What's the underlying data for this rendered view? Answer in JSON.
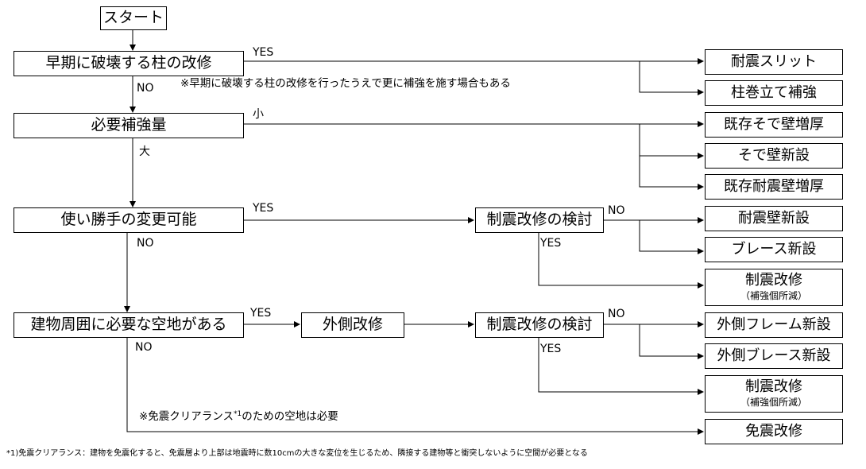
{
  "flow": {
    "start": "スタート",
    "q1": "早期に破壊する柱の改修",
    "q2": "必要補強量",
    "q3": "使い勝手の変更可能",
    "q4": "建物周囲に必要な空地がある",
    "outer": "外側改修",
    "review1": "制震改修の検討",
    "review2": "制震改修の検討"
  },
  "results": {
    "r1": "耐震スリット",
    "r2": "柱巻立て補強",
    "r3": "既存そで壁増厚",
    "r4": "そで壁新設",
    "r5": "既存耐震壁増厚",
    "r6": "耐震壁新設",
    "r7": "ブレース新設",
    "r8_main": "制震改修",
    "r8_sub": "（補強個所減）",
    "r9": "外側フレーム新設",
    "r10": "外側ブレース新設",
    "r11_main": "制震改修",
    "r11_sub": "（補強個所減）",
    "r12": "免震改修"
  },
  "labels": {
    "yes1": "YES",
    "no1": "NO",
    "small": "小",
    "large": "大",
    "yes3": "YES",
    "no3": "NO",
    "yes4": "YES",
    "no4": "NO",
    "review1_no": "NO",
    "review1_yes": "YES",
    "review2_no": "NO",
    "review2_yes": "YES"
  },
  "notes": {
    "q1_note": "※早期に破壊する柱の改修を行ったうえで更に補強を施す場合もある",
    "clearance_pre": "※免震クリアランス",
    "clearance_sup": "*1",
    "clearance_post": "のための空地は必要",
    "footnote": "*1)免震クリアランス：建物を免震化すると、免震層より上部は地震時に数10cmの大きな変位を生じるため、隣接する建物等と衝突しないように空間が必要となる"
  }
}
